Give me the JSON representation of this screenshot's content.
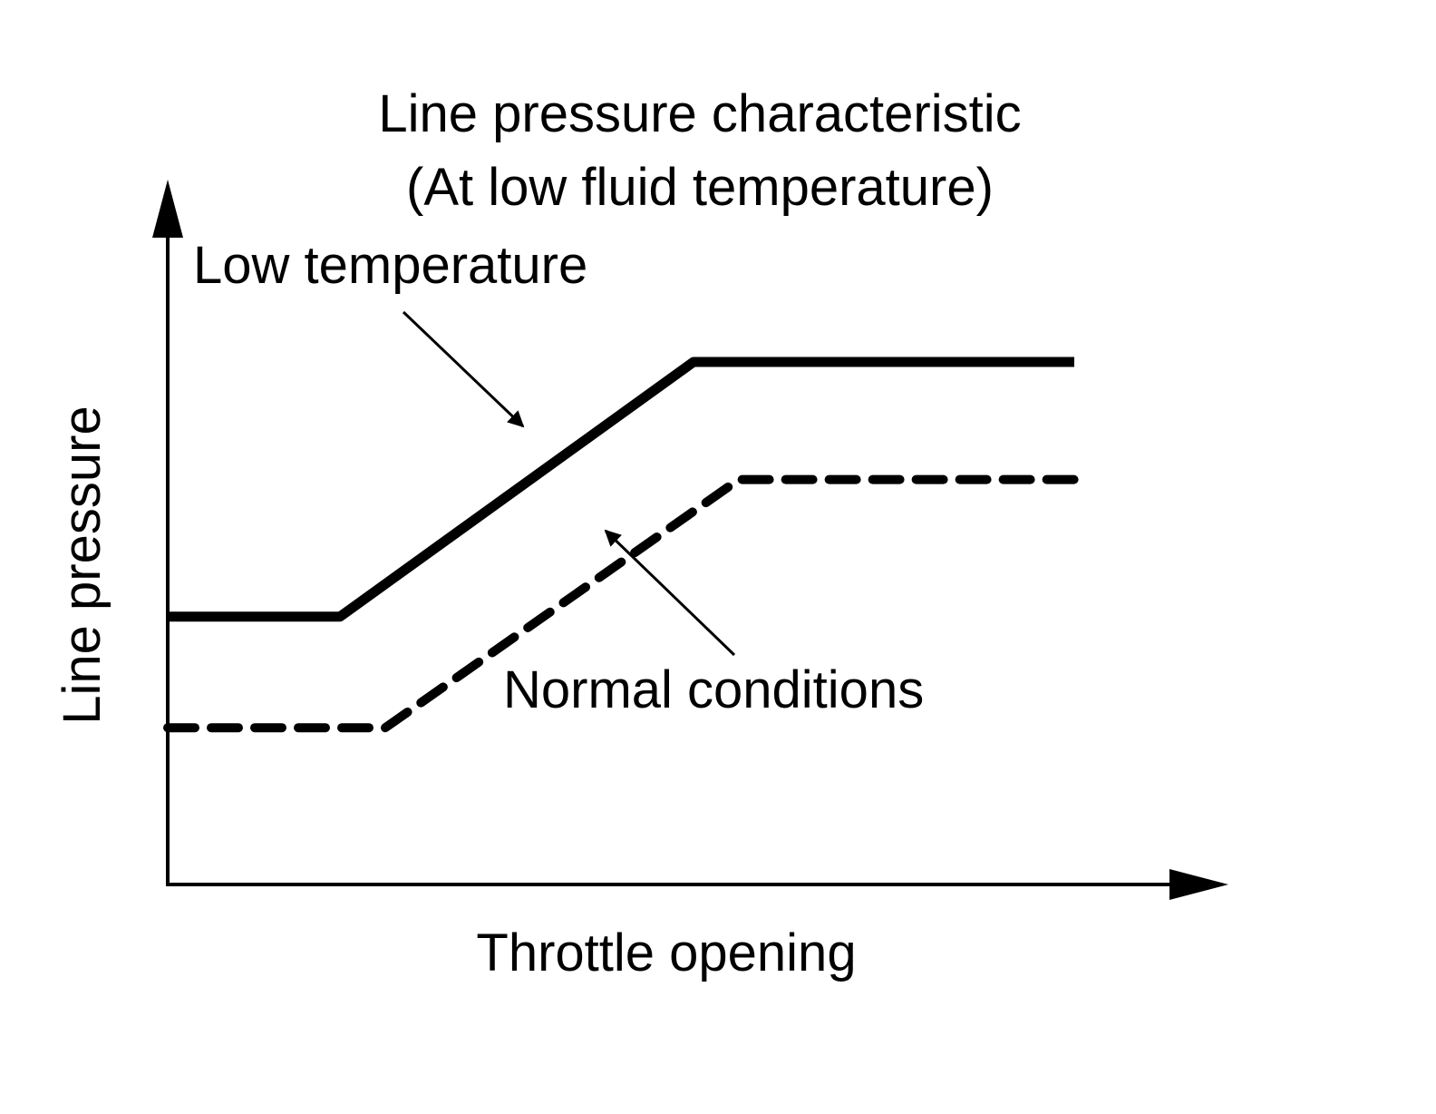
{
  "chart_data": {
    "type": "line",
    "title": "Line pressure characteristic",
    "subtitle": "(At low fluid temperature)",
    "xlabel": "Throttle opening",
    "ylabel": "Line pressure",
    "x_ticks": "none",
    "y_ticks": "none",
    "grid": false,
    "legend": "none",
    "series": [
      {
        "name": "Low temperature",
        "line_style": "solid",
        "x": [
          0,
          0.19,
          0.58,
          1.0
        ],
        "y": [
          0.41,
          0.41,
          0.8,
          0.8
        ]
      },
      {
        "name": "Normal conditions",
        "line_style": "dashed",
        "x": [
          0,
          0.24,
          0.63,
          1.0
        ],
        "y": [
          0.24,
          0.24,
          0.62,
          0.62
        ]
      }
    ],
    "annotations": [
      {
        "text": "Low temperature",
        "points_to_series": "Low temperature",
        "at_x": 0.4
      },
      {
        "text": "Normal conditions",
        "points_to_series": "Normal conditions",
        "at_x": 0.48
      }
    ],
    "color": "#000000"
  }
}
